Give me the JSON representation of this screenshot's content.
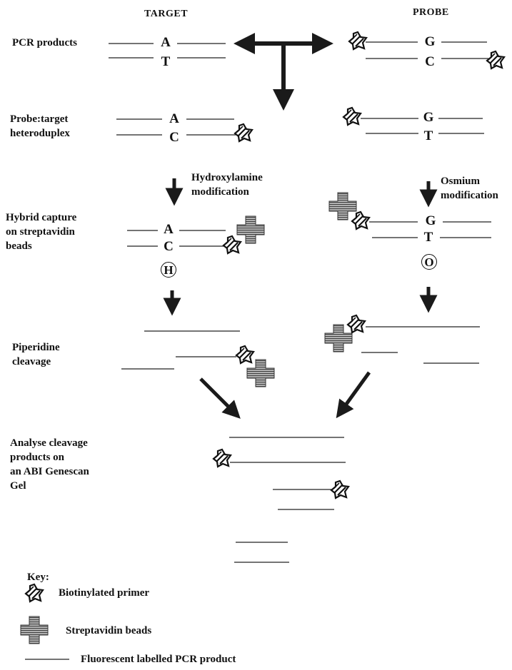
{
  "headers": {
    "target": "TARGET",
    "probe": "PROBE"
  },
  "steps": {
    "pcr_products": "PCR products",
    "heteroduplex_line1": "Probe:target",
    "heteroduplex_line2": "heteroduplex",
    "hybrid_capture_line1": "Hybrid capture",
    "hybrid_capture_line2": "on streptavidin",
    "hybrid_capture_line3": "beads",
    "piperidine_line1": "Piperidine",
    "piperidine_line2": "cleavage",
    "analyse_line1": "Analyse cleavage",
    "analyse_line2": "products on",
    "analyse_line3": "an ABI Genescan",
    "analyse_line4": "Gel"
  },
  "modifications": {
    "hydroxylamine_line1": "Hydroxylamine",
    "hydroxylamine_line2": "modification",
    "osmium_line1": "Osmium",
    "osmium_line2": "modification"
  },
  "bases": {
    "target_pcr_top": "A",
    "target_pcr_bottom": "T",
    "probe_pcr_top": "G",
    "probe_pcr_bottom": "C",
    "target_het_top": "A",
    "target_het_bottom": "C",
    "probe_het_top": "G",
    "probe_het_bottom": "T",
    "target_cap_top": "A",
    "target_cap_bottom": "C",
    "target_cap_mod": "H",
    "probe_cap_top": "G",
    "probe_cap_bottom": "T",
    "probe_cap_mod": "O"
  },
  "key": {
    "title": "Key:",
    "biotin": "Biotinylated primer",
    "beads": "Streptavidin beads",
    "product": "Fluorescent labelled PCR product"
  }
}
